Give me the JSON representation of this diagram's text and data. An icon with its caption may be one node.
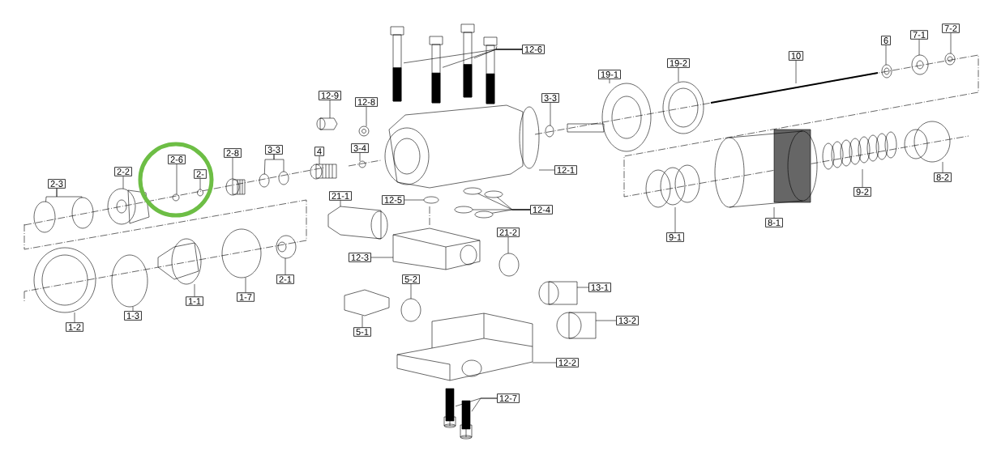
{
  "diagram": {
    "nodes": [
      {
        "text": [
          "12-6"
        ]
      },
      {
        "text": [
          "7-2"
        ]
      },
      {
        "text": [
          "7-1"
        ]
      },
      {
        "text": [
          "6"
        ]
      },
      {
        "text": [
          "10"
        ]
      },
      {
        "text": [
          "19-2"
        ]
      },
      {
        "text": [
          "19-1"
        ]
      },
      {
        "text": [
          "12-9"
        ]
      },
      {
        "text": [
          "12-8"
        ]
      },
      {
        "text": [
          "3-3"
        ]
      },
      {
        "text": [
          "3-4"
        ]
      },
      {
        "text": [
          "4"
        ]
      },
      {
        "text": [
          "3-3"
        ]
      },
      {
        "text": [
          "2-8"
        ]
      },
      {
        "text": [
          "2-6"
        ]
      },
      {
        "text": [
          "2-"
        ]
      },
      {
        "text": [
          "2-2"
        ]
      },
      {
        "text": [
          "2-3"
        ]
      },
      {
        "text": [
          "12-1"
        ]
      },
      {
        "text": [
          "8-2"
        ]
      },
      {
        "text": [
          "9-2"
        ]
      },
      {
        "text": [
          "8-1"
        ]
      },
      {
        "text": [
          "9-1"
        ]
      },
      {
        "text": [
          "12-5"
        ]
      },
      {
        "text": [
          "21-1"
        ]
      },
      {
        "text": [
          "12-4"
        ]
      },
      {
        "text": [
          "21-2"
        ]
      },
      {
        "text": [
          "12-3"
        ]
      },
      {
        "text": [
          "2-1"
        ]
      },
      {
        "text": [
          "5-2"
        ]
      },
      {
        "text": [
          "13-1"
        ]
      },
      {
        "text": [
          "1-7"
        ]
      },
      {
        "text": [
          "1-1"
        ]
      },
      {
        "text": [
          "1-3"
        ]
      },
      {
        "text": [
          "1-2"
        ]
      },
      {
        "text": [
          "5-1"
        ]
      },
      {
        "text": [
          "13-2"
        ]
      },
      {
        "text": [
          "12-2"
        ]
      },
      {
        "text": [
          "12-7"
        ]
      },
      {
        "text": [],
        "shape": "picture"
      },
      {
        "text": [],
        "shape": "picture"
      },
      {
        "text": [],
        "shape": "picture"
      },
      {
        "text": [],
        "shape": "picture"
      },
      {
        "text": [],
        "shape": "picture"
      },
      {
        "text": [],
        "shape": "picture"
      },
      {
        "text": [],
        "shape": "picture"
      },
      {
        "text": [],
        "shape": "picture"
      },
      {
        "text": [],
        "shape": "picture"
      },
      {
        "text": [],
        "shape": "picture"
      },
      {
        "text": [],
        "shape": "picture"
      },
      {
        "text": [],
        "shape": "picture"
      },
      {
        "text": [],
        "shape": "circle"
      },
      {
        "text": [],
        "shape": "circle"
      },
      {
        "text": [],
        "shape": "picture"
      },
      {
        "text": [],
        "shape": "circle"
      },
      {
        "text": [],
        "shape": "circle"
      },
      {
        "text": [],
        "shape": "picture"
      },
      {
        "text": [],
        "shape": "circle"
      },
      {
        "text": [],
        "shape": "circle"
      },
      {
        "text": [],
        "shape": "picture"
      },
      {
        "text": [],
        "shape": "circle"
      },
      {
        "text": [],
        "shape": "circle"
      },
      {
        "text": [],
        "shape": "picture"
      },
      {
        "text": [],
        "shape": "picture"
      },
      {
        "text": [],
        "shape": "picture"
      },
      {
        "text": [],
        "shape": "picture"
      },
      {
        "text": [],
        "shape": "picture"
      },
      {
        "text": [],
        "shape": "circle"
      },
      {
        "text": [],
        "shape": "picture"
      },
      {
        "text": [],
        "shape": "circle"
      },
      {
        "text": [],
        "shape": "circle"
      },
      {
        "text": [],
        "shape": "circle"
      },
      {
        "text": [],
        "shape": "circle"
      },
      {
        "text": [],
        "shape": "circle"
      },
      {
        "text": [],
        "shape": "picture"
      },
      {
        "text": [],
        "shape": "picture"
      },
      {
        "text": [],
        "shape": "circle"
      },
      {
        "text": [],
        "shape": "picture"
      },
      {
        "text": [],
        "shape": "circle"
      },
      {
        "text": [],
        "shape": "picture"
      },
      {
        "text": [],
        "shape": "circle"
      },
      {
        "text": [],
        "shape": "picture"
      },
      {
        "text": [],
        "shape": "picture"
      },
      {
        "text": [],
        "shape": "picture"
      },
      {
        "text": [],
        "shape": "picture"
      },
      {
        "text": [],
        "shape": "picture"
      },
      {
        "text": [],
        "shape": "picture"
      }
    ],
    "edges": [
      {
        "from": 0,
        "to": 39,
        "arrow": "none"
      },
      {
        "from": 0,
        "to": 40,
        "arrow": "none"
      },
      {
        "from": 0,
        "to": 41,
        "arrow": "none"
      },
      {
        "from": 0,
        "to": 42,
        "arrow": "none"
      },
      {
        "from": 1,
        "to": 43,
        "arrow": "none"
      },
      {
        "from": 2,
        "to": 44,
        "arrow": "none"
      },
      {
        "from": 3,
        "to": 45,
        "arrow": "none"
      },
      {
        "from": 4,
        "to": 46,
        "arrow": "none"
      },
      {
        "from": 5,
        "to": 47,
        "arrow": "none"
      },
      {
        "from": 6,
        "to": 48,
        "arrow": "none"
      },
      {
        "from": 7,
        "to": 49,
        "arrow": "none"
      },
      {
        "from": 8,
        "to": 50,
        "arrow": "none"
      },
      {
        "from": 9,
        "to": 51,
        "arrow": "none"
      },
      {
        "from": 10,
        "to": 52,
        "arrow": "none"
      },
      {
        "from": 11,
        "to": 53,
        "arrow": "none"
      },
      {
        "from": 12,
        "to": 54,
        "arrow": "none"
      },
      {
        "from": 12,
        "to": 55,
        "arrow": "none"
      },
      {
        "from": 13,
        "to": 56,
        "arrow": "none"
      },
      {
        "from": 14,
        "to": 57,
        "arrow": "none"
      },
      {
        "from": 15,
        "to": 58,
        "arrow": "none"
      },
      {
        "from": 16,
        "to": 59,
        "arrow": "none"
      },
      {
        "from": 17,
        "to": 60,
        "arrow": "none"
      },
      {
        "from": 17,
        "to": 61,
        "arrow": "none"
      },
      {
        "from": 18,
        "to": 62,
        "arrow": "none"
      },
      {
        "from": 19,
        "to": 63,
        "arrow": "none"
      },
      {
        "from": 20,
        "to": 64,
        "arrow": "none"
      },
      {
        "from": 21,
        "to": 65,
        "arrow": "none"
      },
      {
        "from": 22,
        "to": 66,
        "arrow": "none"
      },
      {
        "from": 23,
        "to": 67,
        "arrow": "none"
      },
      {
        "from": 24,
        "to": 68,
        "arrow": "none"
      },
      {
        "from": 25,
        "to": 69,
        "arrow": "none"
      },
      {
        "from": 25,
        "to": 70,
        "arrow": "none"
      },
      {
        "from": 25,
        "to": 71,
        "arrow": "none"
      },
      {
        "from": 25,
        "to": 72,
        "arrow": "none"
      },
      {
        "from": 26,
        "to": 73,
        "arrow": "none"
      },
      {
        "from": 27,
        "to": 74,
        "arrow": "none"
      },
      {
        "from": 28,
        "to": 75,
        "arrow": "none"
      },
      {
        "from": 29,
        "to": 76,
        "arrow": "none"
      },
      {
        "from": 30,
        "to": 77,
        "arrow": "none"
      },
      {
        "from": 31,
        "to": 78,
        "arrow": "none"
      },
      {
        "from": 32,
        "to": 79,
        "arrow": "none"
      },
      {
        "from": 33,
        "to": 80,
        "arrow": "none"
      },
      {
        "from": 34,
        "to": 81,
        "arrow": "none"
      },
      {
        "from": 35,
        "to": 82,
        "arrow": "none"
      },
      {
        "from": 36,
        "to": 83,
        "arrow": "none"
      },
      {
        "from": 37,
        "to": 84,
        "arrow": "none"
      },
      {
        "from": 38,
        "to": 85,
        "arrow": "none"
      },
      {
        "from": 38,
        "to": 86,
        "arrow": "none"
      }
    ]
  }
}
